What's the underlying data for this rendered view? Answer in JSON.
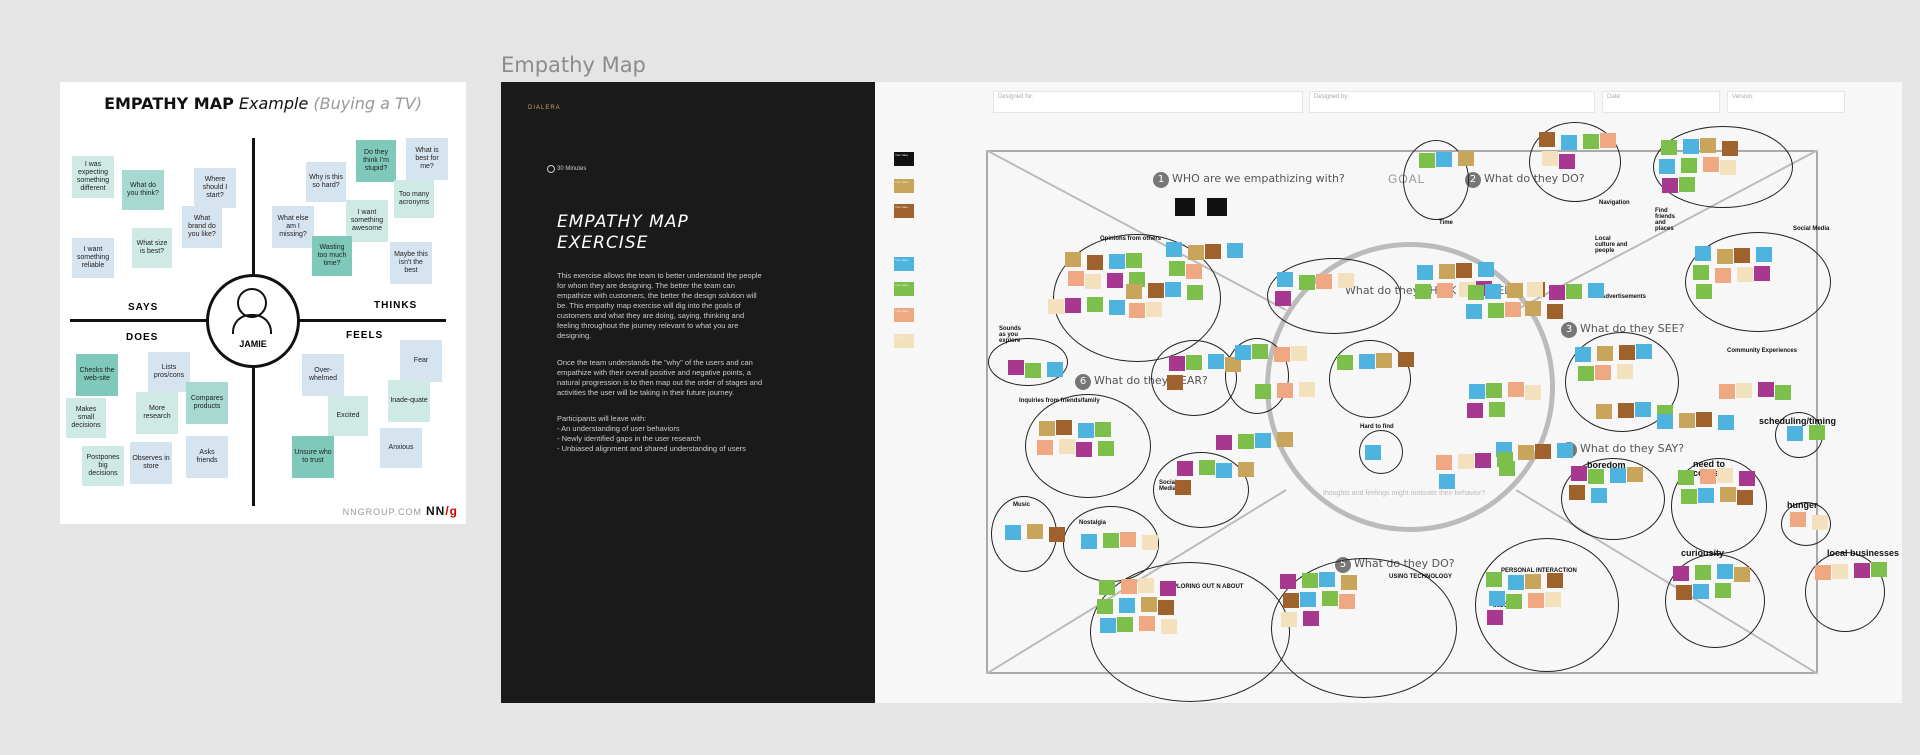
{
  "frame_label": "Empathy Map",
  "example": {
    "title_bold": "EMPATHY MAP",
    "title_italic": "Example",
    "title_grey": "(Buying a TV)",
    "center_name": "JAMIE",
    "quadrants": {
      "says": "SAYS",
      "thinks": "THINKS",
      "does": "DOES",
      "feels": "FEELS"
    },
    "says": [
      "I was expecting something different",
      "What do you think?",
      "Where should I start?",
      "What brand do you like?",
      "What size is best?",
      "I want something reliable"
    ],
    "thinks": [
      "Why is this so hard?",
      "Do they think I'm stupid?",
      "What is best for me?",
      "Too many acronyms",
      "What else am I missing?",
      "I want something awesome",
      "Wasting too much time?",
      "Maybe this isn't the best"
    ],
    "does": [
      "Checks the web-site",
      "Lists pros/cons",
      "Makes small decisions",
      "More research",
      "Compares products",
      "Postpones big decisions",
      "Observes in store",
      "Asks friends"
    ],
    "feels": [
      "Fear",
      "Over-whelmed",
      "Inade-quate",
      "Excited",
      "Anxious",
      "Unsure who to trust"
    ],
    "footer": "NNGROUP.COM",
    "footer_logo": "NN",
    "footer_logo_g": "/g"
  },
  "slide": {
    "brand": "DIALERA",
    "timer": "30 Minutes",
    "heading": "EMPATHY MAP EXERCISE",
    "para1": "This exercise allows the team to better understand the people for whom they are designing. The better the team can empathize with customers, the better the design solution will be. This empathy map exercise will dig into the goals of customers and what they are doing, saying, thinking and feeling throughout the journey relevant to what you are designing.",
    "para2": "Once the team understands the \"why\" of the users and can empathize with their overall positive and negative points, a natural progression is to then map out the order of stages and activities the user will be taking in their future journey.",
    "para3": "Participants will leave with:\n- An understanding of user behaviors\n- Newly identified gaps in the user research\n- Unbiased alignment and shared understanding of users"
  },
  "board": {
    "fields": [
      "Designed for:",
      "Designed by:",
      "Date:",
      "Version:"
    ],
    "legend": [
      "Your Idea",
      "Your Idea",
      "Your Idea",
      "Your Idea",
      "Your Idea",
      "Your Idea",
      "Your Idea"
    ],
    "legend_colors": [
      "#111111",
      "#c8a55a",
      "#a0622d",
      "#4fb3e0",
      "#7cbf4a",
      "#f0a883",
      "#f3e0bd"
    ],
    "goal": "GOAL",
    "zones": {
      "who": {
        "num": "1",
        "label": "WHO are we empathizing with?"
      },
      "do_top": {
        "num": "2",
        "label": "What do they DO?"
      },
      "think_feel": {
        "label": "What do they THINK and FEEL?"
      },
      "see": {
        "num": "3",
        "label": "What do they SEE?"
      },
      "say": {
        "num": "4",
        "label": "What do they SAY?"
      },
      "do_bottom": {
        "num": "5",
        "label": "What do they DO?"
      },
      "hear": {
        "num": "6",
        "label": "What do they HEAR?"
      }
    },
    "faint_note": "thoughts and feelings might motivate their behavior?",
    "clusters_small": [
      "Opinions from others",
      "Sounds as you explore",
      "Inquiries from friends/family",
      "Music",
      "Nostalgia",
      "Social Media",
      "Hard to find",
      "EXPLORING OUT N ABOUT",
      "USING TECHNOLOGY",
      "PERSONAL INTERACTION",
      "MISC",
      "Advertisements",
      "Community Experiences",
      "Social Media",
      "Navigation",
      "Local culture and people",
      "Find friends and places",
      "Time"
    ],
    "clusters_big": [
      "boredom",
      "need to connect",
      "scheduling/timing",
      "hunger",
      "curiousity",
      "local businesses"
    ]
  }
}
